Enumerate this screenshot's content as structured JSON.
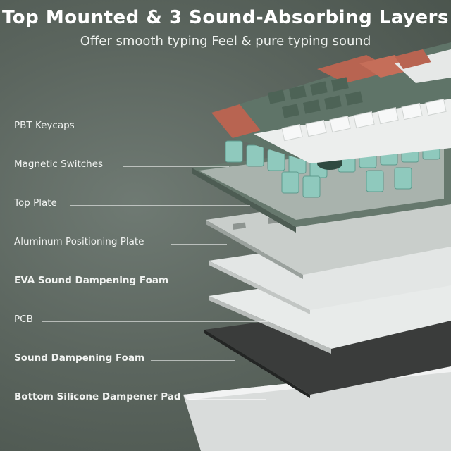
{
  "header": {
    "title": "Top Mounted & 3 Sound-Absorbing Layers",
    "subtitle": "Offer smooth typing Feel & pure typing sound"
  },
  "layers": [
    {
      "label": "PBT Keycaps",
      "bold": false
    },
    {
      "label": "Magnetic Switches",
      "bold": false
    },
    {
      "label": "Top Plate",
      "bold": false
    },
    {
      "label": "Aluminum  Positioning Plate",
      "bold": false
    },
    {
      "label": "EVA Sound Dampening Foam",
      "bold": true
    },
    {
      "label": "PCB",
      "bold": false
    },
    {
      "label": "Sound Dampening Foam",
      "bold": true
    },
    {
      "label": "Bottom Silicone Dampener Pad",
      "bold": true
    }
  ],
  "colors": {
    "background": "#5c665f",
    "keycap_green": "#5f7468",
    "keycap_orange": "#b86451",
    "keycap_white": "#eceeed",
    "switch_teal": "#8fc9bd",
    "plate_green": "#667a6f",
    "foam_dark": "#3b3d3c"
  }
}
